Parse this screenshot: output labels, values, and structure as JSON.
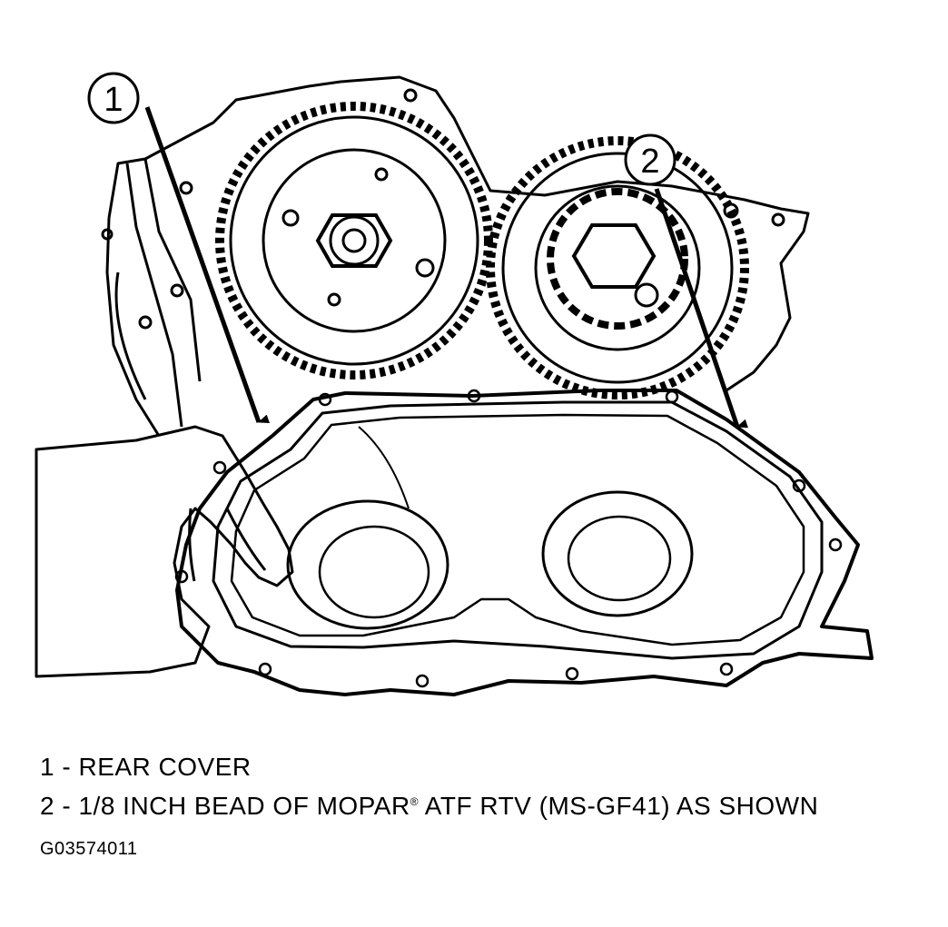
{
  "callouts": [
    {
      "number": "1",
      "label": "REAR COVER"
    },
    {
      "number": "2",
      "label": "1/8 INCH BEAD OF MOPAR",
      "mark": "®",
      "label_after": "ATF RTV (MS-GF41) AS SHOWN"
    }
  ],
  "legend": {
    "row1_prefix": "1 - ",
    "row2_prefix": "2 - "
  },
  "figure_id": "G03574011"
}
